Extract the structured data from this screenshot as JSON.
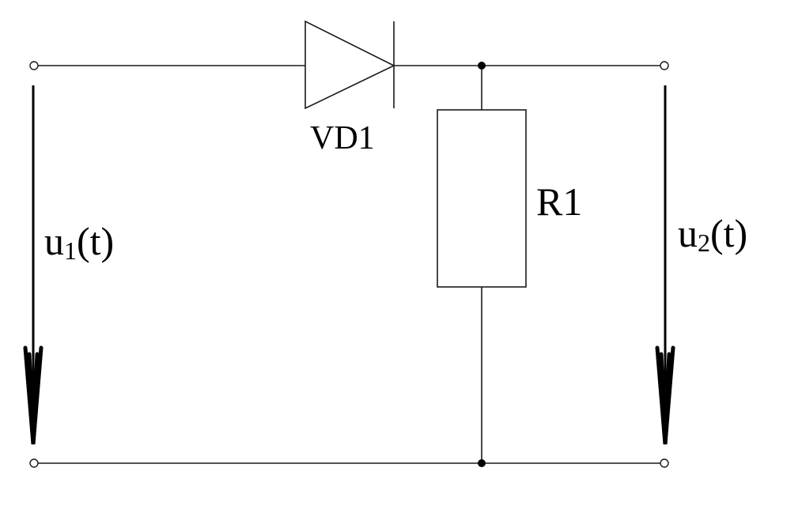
{
  "components": {
    "diode": {
      "label": "VD1",
      "icon": "diode-icon"
    },
    "resistor": {
      "label": "R1",
      "icon": "resistor-icon"
    }
  },
  "voltages": {
    "input": {
      "symbol": "u",
      "subscript": "1",
      "argument": "(t)"
    },
    "output": {
      "symbol": "u",
      "subscript": "2",
      "argument": "(t)"
    }
  },
  "colors": {
    "ink": "#000000",
    "background": "#ffffff"
  }
}
